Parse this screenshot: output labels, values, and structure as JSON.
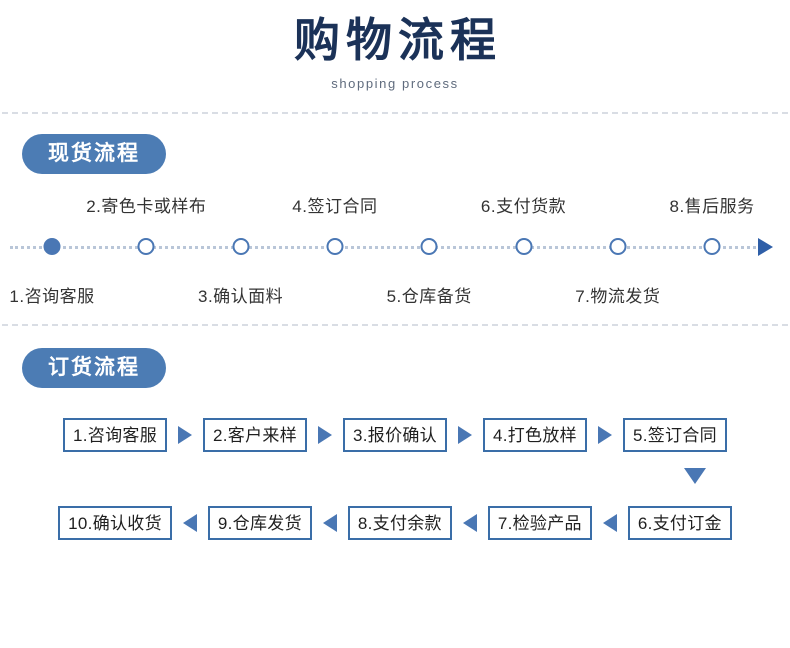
{
  "header": {
    "title": "购物流程",
    "subtitle": "shopping process"
  },
  "colors": {
    "brand_blue": "#4c7cb4",
    "title_navy": "#1b3258",
    "box_border": "#3a6ea8",
    "dot_blue": "#4a77b4",
    "divider_gray": "#d9dde4"
  },
  "section_stock": {
    "badge": "现货流程",
    "timeline": {
      "steps": [
        {
          "label": "1.咨询客服",
          "position": "bottom",
          "state": "filled"
        },
        {
          "label": "2.寄色卡或样布",
          "position": "top",
          "state": "hollow"
        },
        {
          "label": "3.确认面料",
          "position": "bottom",
          "state": "hollow"
        },
        {
          "label": "4.签订合同",
          "position": "top",
          "state": "hollow"
        },
        {
          "label": "5.仓库备货",
          "position": "bottom",
          "state": "hollow"
        },
        {
          "label": "6.支付货款",
          "position": "top",
          "state": "hollow"
        },
        {
          "label": "7.物流发货",
          "position": "bottom",
          "state": "hollow"
        },
        {
          "label": "8.售后服务",
          "position": "top",
          "state": "hollow"
        }
      ],
      "end_marker": "arrow-right-icon"
    }
  },
  "section_order": {
    "badge": "订货流程",
    "row_top": {
      "direction": "left-to-right",
      "boxes": [
        "1.咨询客服",
        "2.客户来样",
        "3.报价确认",
        "4.打色放样",
        "5.签订合同"
      ],
      "separator_icon": "arrow-right-icon"
    },
    "connector_icon": "arrow-down-icon",
    "row_bottom": {
      "direction": "right-to-left",
      "boxes": [
        "10.确认收货",
        "9.仓库发货",
        "8.支付余款",
        "7.检验产品",
        "6.支付订金"
      ],
      "separator_icon": "arrow-left-icon"
    }
  }
}
